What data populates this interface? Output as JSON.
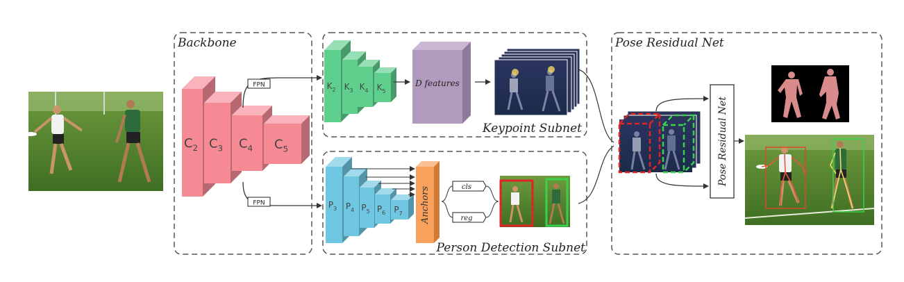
{
  "panels": {
    "backbone": "Backbone",
    "pose_residual_net": "Pose Residual Net",
    "keypoint_subnet": "Keypoint Subnet",
    "person_detection_subnet": "Person Detection Subnet"
  },
  "backbone_layers": [
    {
      "base": "C",
      "sub": "2"
    },
    {
      "base": "C",
      "sub": "3"
    },
    {
      "base": "C",
      "sub": "4"
    },
    {
      "base": "C",
      "sub": "5"
    }
  ],
  "fpn_label": "FPN",
  "keypoint_layers": [
    {
      "base": "K",
      "sub": "2"
    },
    {
      "base": "K",
      "sub": "3"
    },
    {
      "base": "K",
      "sub": "4"
    },
    {
      "base": "K",
      "sub": "5"
    }
  ],
  "d_features": "D features",
  "detection_layers": [
    {
      "base": "P",
      "sub": "3"
    },
    {
      "base": "P",
      "sub": "4"
    },
    {
      "base": "P",
      "sub": "5"
    },
    {
      "base": "P",
      "sub": "6"
    },
    {
      "base": "P",
      "sub": "7"
    }
  ],
  "anchors": "Anchors",
  "cls": "cls",
  "reg": "reg",
  "prn_box": "Pose Residual Net",
  "colors": {
    "backbone_pink": "#f58a95",
    "keypoint_green": "#5fcf8e",
    "detection_blue": "#6ec6e0",
    "feature_purple": "#b19bbd",
    "anchors_orange": "#f8a05c",
    "box_red": "#e02424",
    "box_green": "#39d14b"
  }
}
